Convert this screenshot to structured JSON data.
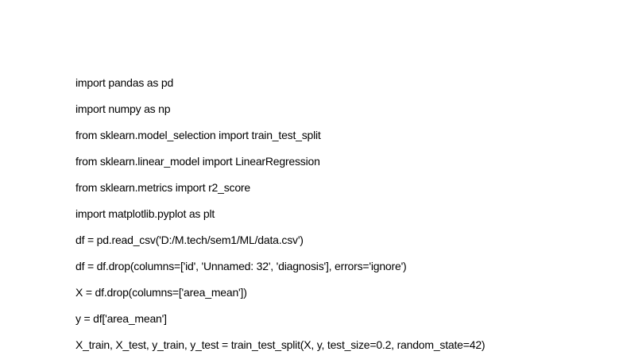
{
  "document": {
    "lines": [
      "import pandas as pd",
      "import numpy as np",
      "from sklearn.model_selection import train_test_split",
      "from sklearn.linear_model import LinearRegression",
      "from sklearn.metrics import r2_score",
      "import matplotlib.pyplot as plt",
      "df = pd.read_csv('D:/M.tech/sem1/ML/data.csv')",
      "df = df.drop(columns=['id', 'Unnamed: 32', 'diagnosis'], errors='ignore')",
      "X = df.drop(columns=['area_mean'])",
      "y = df['area_mean']",
      "X_train, X_test, y_train, y_test = train_test_split(X, y, test_size=0.2, random_state=42)"
    ]
  }
}
